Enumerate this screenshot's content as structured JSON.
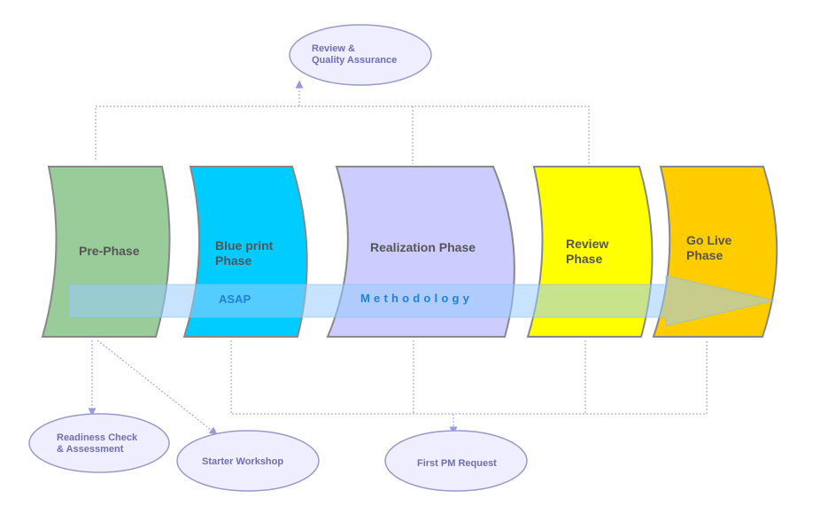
{
  "phases": [
    {
      "id": "pre",
      "label": "Pre-Phase",
      "color": "#99cc99"
    },
    {
      "id": "blueprint",
      "label": "Blue print\nPhase",
      "color": "#00ccff"
    },
    {
      "id": "realization",
      "label": "Realization Phase",
      "color": "#ccccff"
    },
    {
      "id": "review",
      "label": "Review\nPhase",
      "color": "#ffff00"
    },
    {
      "id": "golive",
      "label": "Go Live\nPhase",
      "color": "#ffcc00"
    }
  ],
  "arrow": {
    "left_label": "ASAP",
    "right_label": "Methodology",
    "color": "#99ccff"
  },
  "ellipses": {
    "review_qa": "Review &\nQuality Assurance",
    "readiness": "Readiness Check\n& Assessment",
    "starter": "Starter Workshop",
    "first_pm": "First PM Request"
  },
  "colors": {
    "connector": "#9999dd",
    "ellipse_fill": "#eeeeff",
    "ellipse_stroke": "#9999cc",
    "shape_stroke": "#888888"
  }
}
